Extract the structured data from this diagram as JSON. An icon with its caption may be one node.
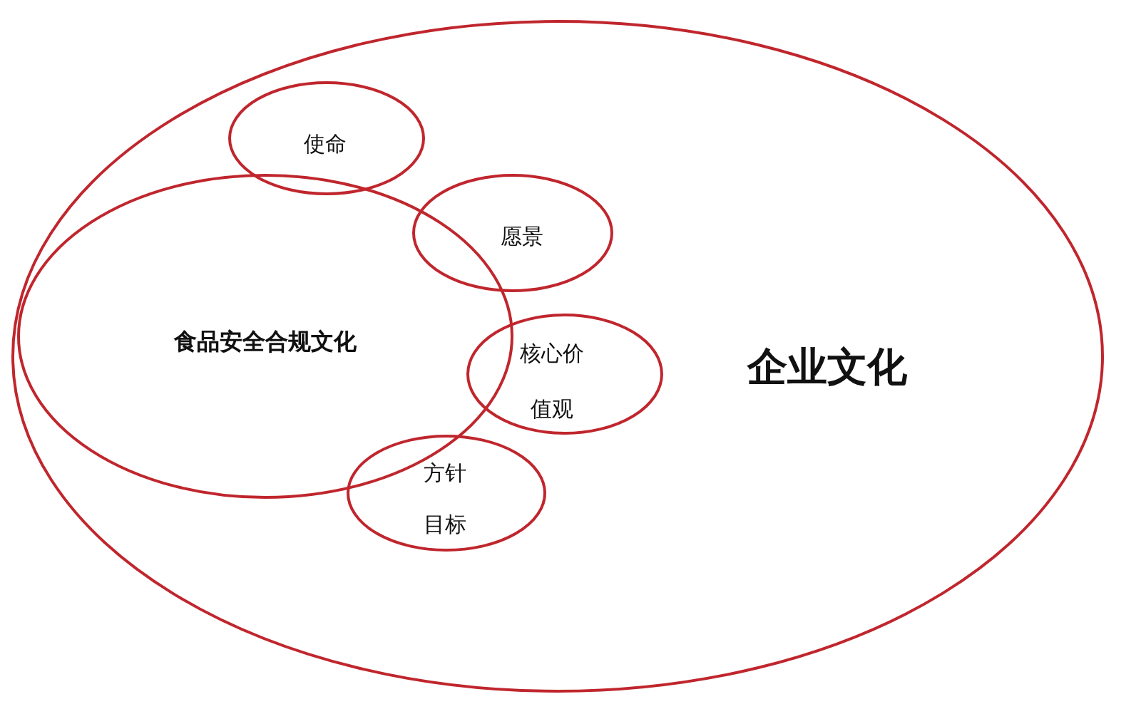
{
  "diagram": {
    "nodes": [
      {
        "text": [
          "企业文化"
        ]
      },
      {
        "text": [
          "食品安全合规文化"
        ],
        "in": 0
      },
      {
        "text": [
          "使命"
        ],
        "in": 0
      },
      {
        "text": [
          "愿景"
        ],
        "in": 0
      },
      {
        "text": [
          "核心价值观"
        ],
        "in": 0
      },
      {
        "text": [
          "方针目标"
        ],
        "in": 0
      }
    ]
  }
}
